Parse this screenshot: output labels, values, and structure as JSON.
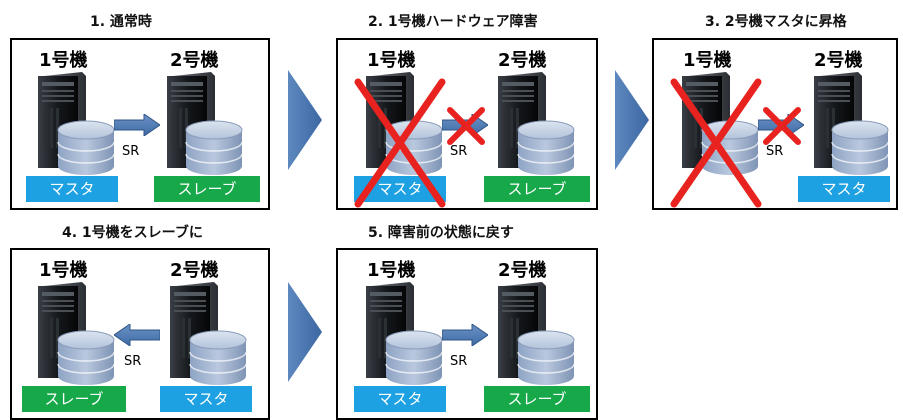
{
  "steps": [
    {
      "title": "1. 通常時",
      "server1": "1号機",
      "server2": "2号機",
      "sr": "SR",
      "role1": "マスタ",
      "role2": "スレーブ"
    },
    {
      "title": "2. 1号機ハードウェア障害",
      "server1": "1号機",
      "server2": "2号機",
      "sr": "SR",
      "role1": "マスタ",
      "role2": "スレーブ"
    },
    {
      "title": "3. 2号機マスタに昇格",
      "server1": "1号機",
      "server2": "2号機",
      "sr": "SR",
      "role2": "マスタ"
    },
    {
      "title": "4. 1号機をスレーブに",
      "server1": "1号機",
      "server2": "2号機",
      "sr": "SR",
      "role1": "スレーブ",
      "role2": "マスタ"
    },
    {
      "title": "5. 障害前の状態に戻す",
      "server1": "1号機",
      "server2": "2号機",
      "sr": "SR",
      "role1": "マスタ",
      "role2": "スレーブ"
    }
  ],
  "colors": {
    "master": "#1da1e2",
    "slave": "#17a84a",
    "arrow": "#4f81bd",
    "cross": "#e8231f"
  }
}
